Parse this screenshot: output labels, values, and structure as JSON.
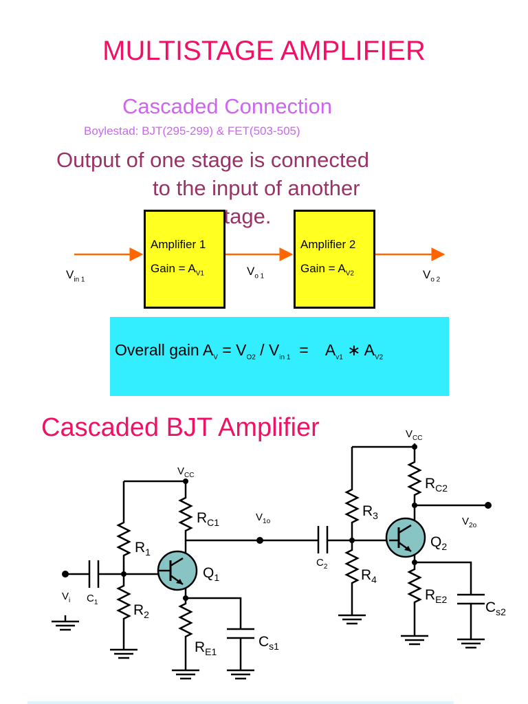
{
  "title": "MULTISTAGE AMPLIFIER",
  "subtitle": "Cascaded Connection",
  "reference": "Boylestad: BJT(295-299)  & FET(503-505)",
  "description": {
    "line1": "Output of one stage is connected",
    "line2": "to the input of another",
    "line3": "stage."
  },
  "block_diagram": {
    "amplifier1": {
      "name": "Amplifier 1",
      "gain_prefix": "Gain = A",
      "gain_sub": "V1"
    },
    "amplifier2": {
      "name": "Amplifier 2",
      "gain_prefix": "Gain = A",
      "gain_sub": "V2"
    },
    "input": {
      "main": "V",
      "sub": "in 1"
    },
    "intermediate": {
      "main": "V",
      "sub": "o 1"
    },
    "output": {
      "main": "V",
      "sub": "o 2"
    }
  },
  "overall_gain": {
    "t1": "Overall gain A",
    "s1": "V",
    "t2": " = V",
    "s2": "O2",
    "t3": " / V",
    "s3": "in 1",
    "t4": "  =    A",
    "s4": "v1",
    "t5": " ∗ A",
    "s5": "V2"
  },
  "circuit": {
    "title": "Cascaded BJT Amplifier",
    "labels": {
      "vcc_main": "V",
      "vcc_sub": "CC",
      "rc1_main": "R",
      "rc1_sub": "C1",
      "r1_main": "R",
      "r1_sub": "1",
      "r2_main": "R",
      "r2_sub": "2",
      "q1_main": "Q",
      "q1_sub": "1",
      "re1_main": "R",
      "re1_sub": "E1",
      "cs1_main": "C",
      "cs1_sub": "s1",
      "c1_main": "C",
      "c1_sub": "1",
      "vi_main": "V",
      "vi_sub": "i",
      "v1o_main": "V",
      "v1o_sub": "1o",
      "c2_main": "C",
      "c2_sub": "2",
      "r3_main": "R",
      "r3_sub": "3",
      "r4_main": "R",
      "r4_sub": "4",
      "rc2_main": "R",
      "rc2_sub": "C2",
      "q2_main": "Q",
      "q2_sub": "2",
      "re2_main": "R",
      "re2_sub": "E2",
      "cs2_main": "C",
      "cs2_sub": "s2",
      "v2o_main": "V",
      "v2o_sub": "2o"
    }
  },
  "colors": {
    "title": "#ee1166",
    "subtitle": "#cc66ee",
    "description": "#993366",
    "amplifier_fill": "#ffff22",
    "gain_box": "#33eeff",
    "arrow": "#ff6600",
    "transistor_fill": "#88c4c4"
  }
}
